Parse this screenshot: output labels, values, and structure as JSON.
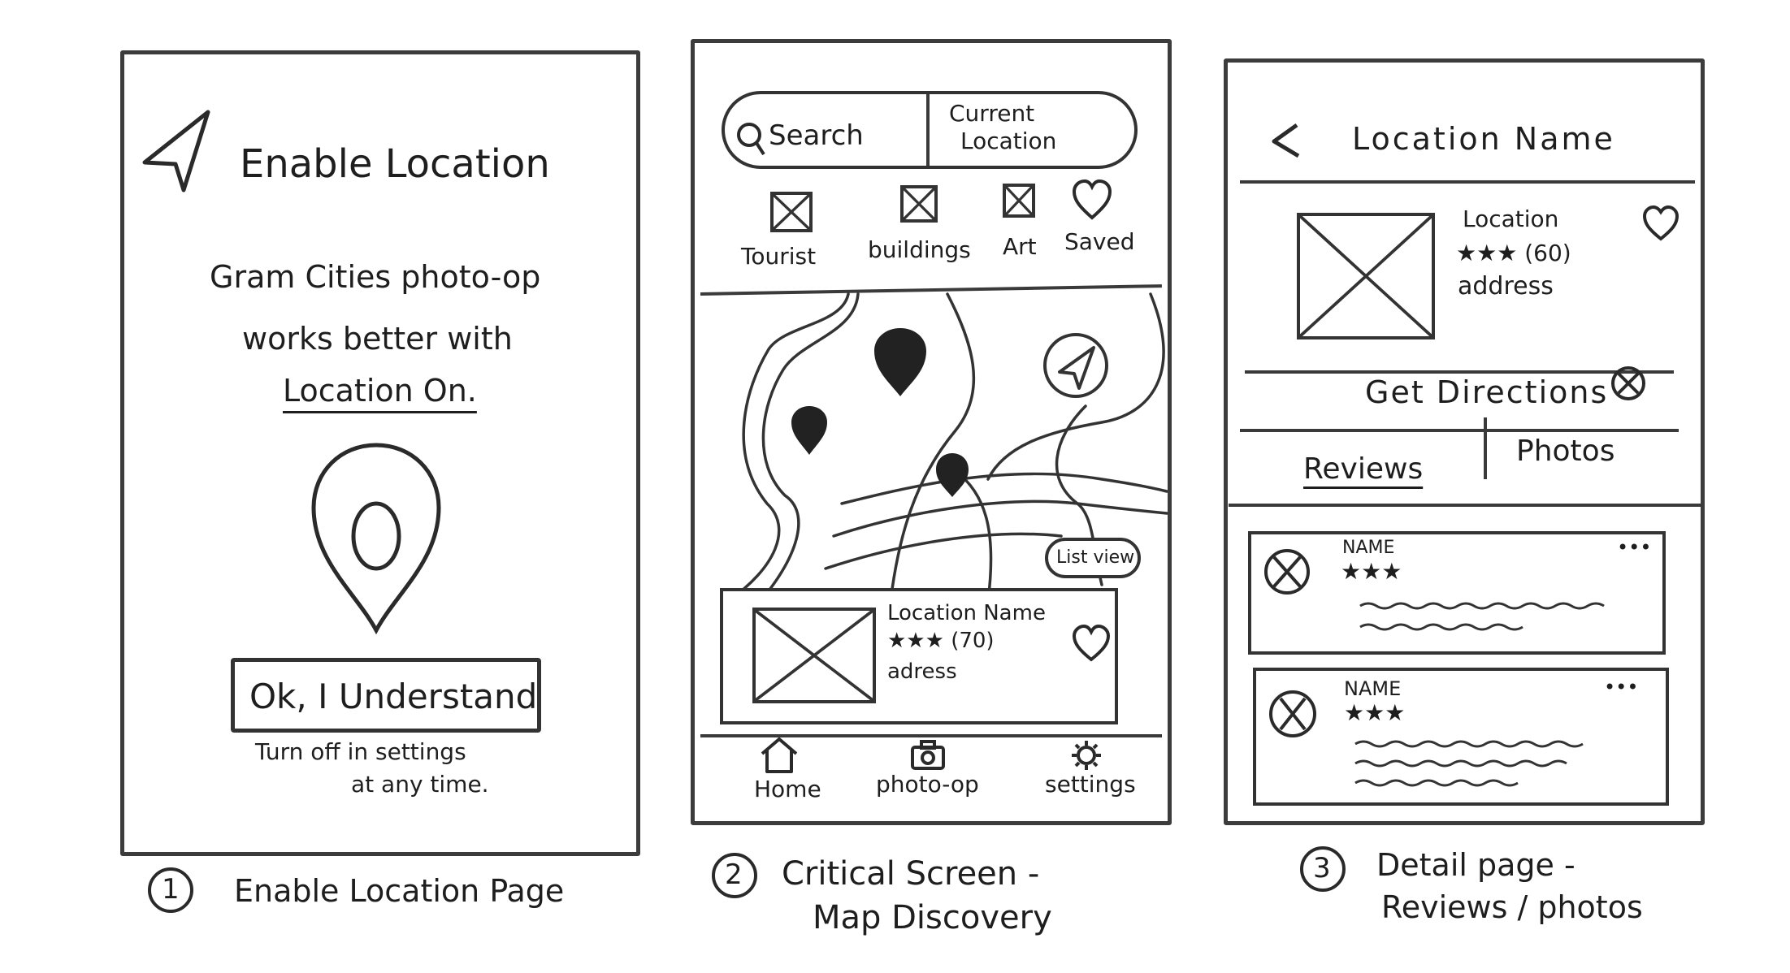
{
  "screen1": {
    "title": "Enable Location",
    "message_line1": "Gram Cities photo-op",
    "message_line2": "works better with",
    "message_line3": "Location On.",
    "button_label": "Ok, I Understand",
    "note_line1": "Turn off in settings",
    "note_line2": "at any time.",
    "caption_number": "1",
    "caption": "Enable Location Page"
  },
  "screen2": {
    "search_label": "Search",
    "current_location_line1": "Current",
    "current_location_line2": "Location",
    "categories": [
      {
        "label": "Tourist",
        "icon": "image-placeholder-icon"
      },
      {
        "label": "buildings",
        "icon": "image-placeholder-icon"
      },
      {
        "label": "Art",
        "icon": "image-placeholder-icon"
      },
      {
        "label": "Saved",
        "icon": "heart-icon"
      }
    ],
    "list_view_label": "List view",
    "card": {
      "name": "Location Name",
      "rating": "★★★ (70)",
      "address": "adress"
    },
    "nav": [
      {
        "label": "Home",
        "icon": "home-icon"
      },
      {
        "label": "photo-op",
        "icon": "camera-icon"
      },
      {
        "label": "settings",
        "icon": "gear-icon"
      }
    ],
    "caption_number": "2",
    "caption_line1": "Critical Screen -",
    "caption_line2": "Map Discovery"
  },
  "screen3": {
    "title": "Location Name",
    "location_label": "Location",
    "rating": "★★★ (60)",
    "address": "address",
    "directions_label": "Get Directions",
    "tabs": [
      "Reviews",
      "Photos"
    ],
    "reviews": [
      {
        "name": "NAME",
        "stars": "★★★"
      },
      {
        "name": "NAME",
        "stars": "★★★"
      }
    ],
    "more_label": "•••",
    "caption_number": "3",
    "caption_line1": "Detail page -",
    "caption_line2": "Reviews / photos"
  },
  "colors": {
    "ink": "#1e1e1e",
    "paper": "#ffffff",
    "pencil": "#3a3a3a"
  }
}
